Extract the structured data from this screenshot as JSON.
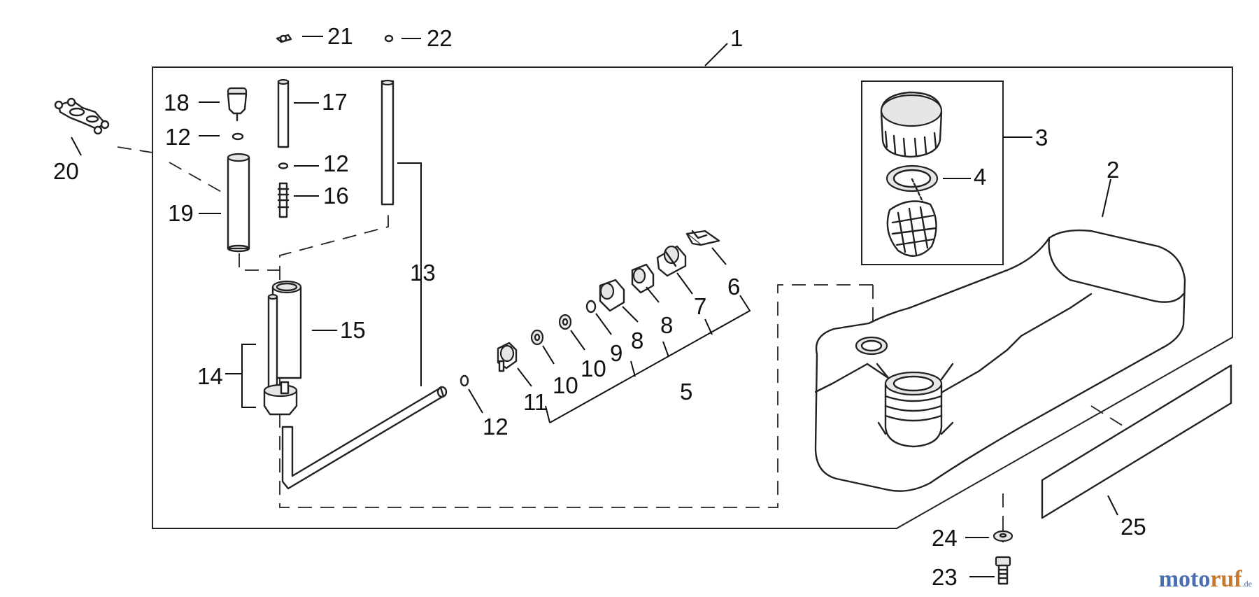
{
  "callouts": [
    {
      "id": "c1",
      "text": "1"
    },
    {
      "id": "c2",
      "text": "2"
    },
    {
      "id": "c3",
      "text": "3"
    },
    {
      "id": "c4",
      "text": "4"
    },
    {
      "id": "c5",
      "text": "5"
    },
    {
      "id": "c6",
      "text": "6"
    },
    {
      "id": "c7",
      "text": "7"
    },
    {
      "id": "c8a",
      "text": "8"
    },
    {
      "id": "c8b",
      "text": "8"
    },
    {
      "id": "c9",
      "text": "9"
    },
    {
      "id": "c10a",
      "text": "10"
    },
    {
      "id": "c10b",
      "text": "10"
    },
    {
      "id": "c11",
      "text": "11"
    },
    {
      "id": "c12a",
      "text": "12"
    },
    {
      "id": "c12b",
      "text": "12"
    },
    {
      "id": "c12c",
      "text": "12"
    },
    {
      "id": "c13",
      "text": "13"
    },
    {
      "id": "c14",
      "text": "14"
    },
    {
      "id": "c15",
      "text": "15"
    },
    {
      "id": "c16",
      "text": "16"
    },
    {
      "id": "c17",
      "text": "17"
    },
    {
      "id": "c18",
      "text": "18"
    },
    {
      "id": "c19",
      "text": "19"
    },
    {
      "id": "c20",
      "text": "20"
    },
    {
      "id": "c21",
      "text": "21"
    },
    {
      "id": "c22",
      "text": "22"
    },
    {
      "id": "c23",
      "text": "23"
    },
    {
      "id": "c24",
      "text": "24"
    },
    {
      "id": "c25",
      "text": "25"
    }
  ],
  "watermark": {
    "part_a": "moto",
    "part_b": "ruf",
    "part_c": ".de"
  },
  "colors": {
    "line": "#222222",
    "watermark_blue": "#4a6fb0",
    "watermark_orange": "#c8782a"
  }
}
